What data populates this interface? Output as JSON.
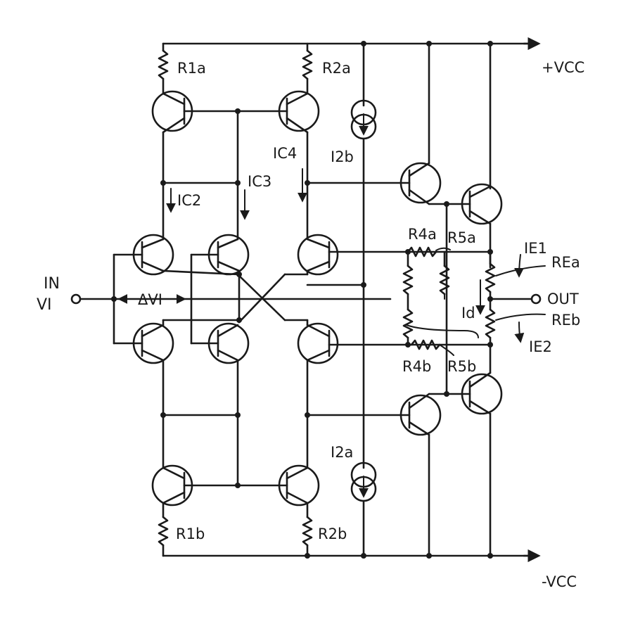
{
  "labels": {
    "vcc_pos": "+VCC",
    "vcc_neg": "-VCC",
    "in": "IN",
    "vi": "VI",
    "delta_vi": "ΔVI",
    "out": "OUT",
    "r1a": "R1a",
    "r2a": "R2a",
    "r1b": "R1b",
    "r2b": "R2b",
    "r4a": "R4a",
    "r5a": "R5a",
    "r4b": "R4b",
    "r5b": "R5b",
    "rea": "REa",
    "reb": "REb",
    "i2a": "I2a",
    "i2b": "I2b",
    "ic2": "IC2",
    "ic3": "IC3",
    "ic4": "IC4",
    "ie1": "IE1",
    "ie2": "IE2",
    "id": "Id"
  }
}
